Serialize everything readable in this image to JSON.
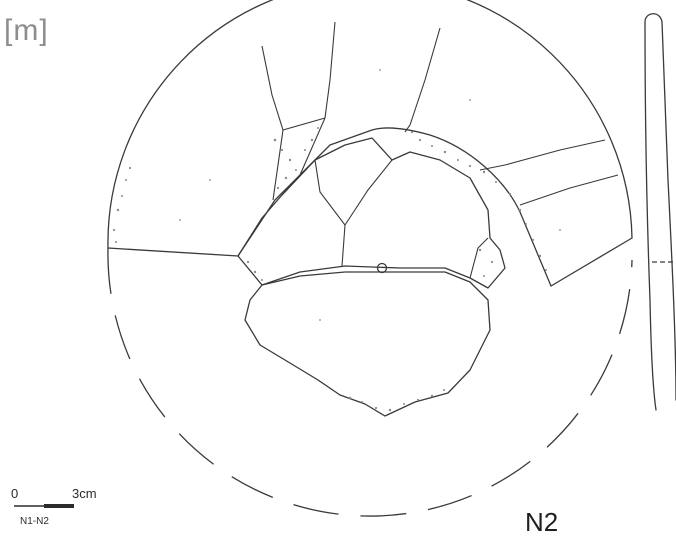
{
  "section_label": "[m]",
  "scale_bar": {
    "zero": "0",
    "length": "3cm",
    "series": "N1-N2"
  },
  "figure_id": "N2"
}
